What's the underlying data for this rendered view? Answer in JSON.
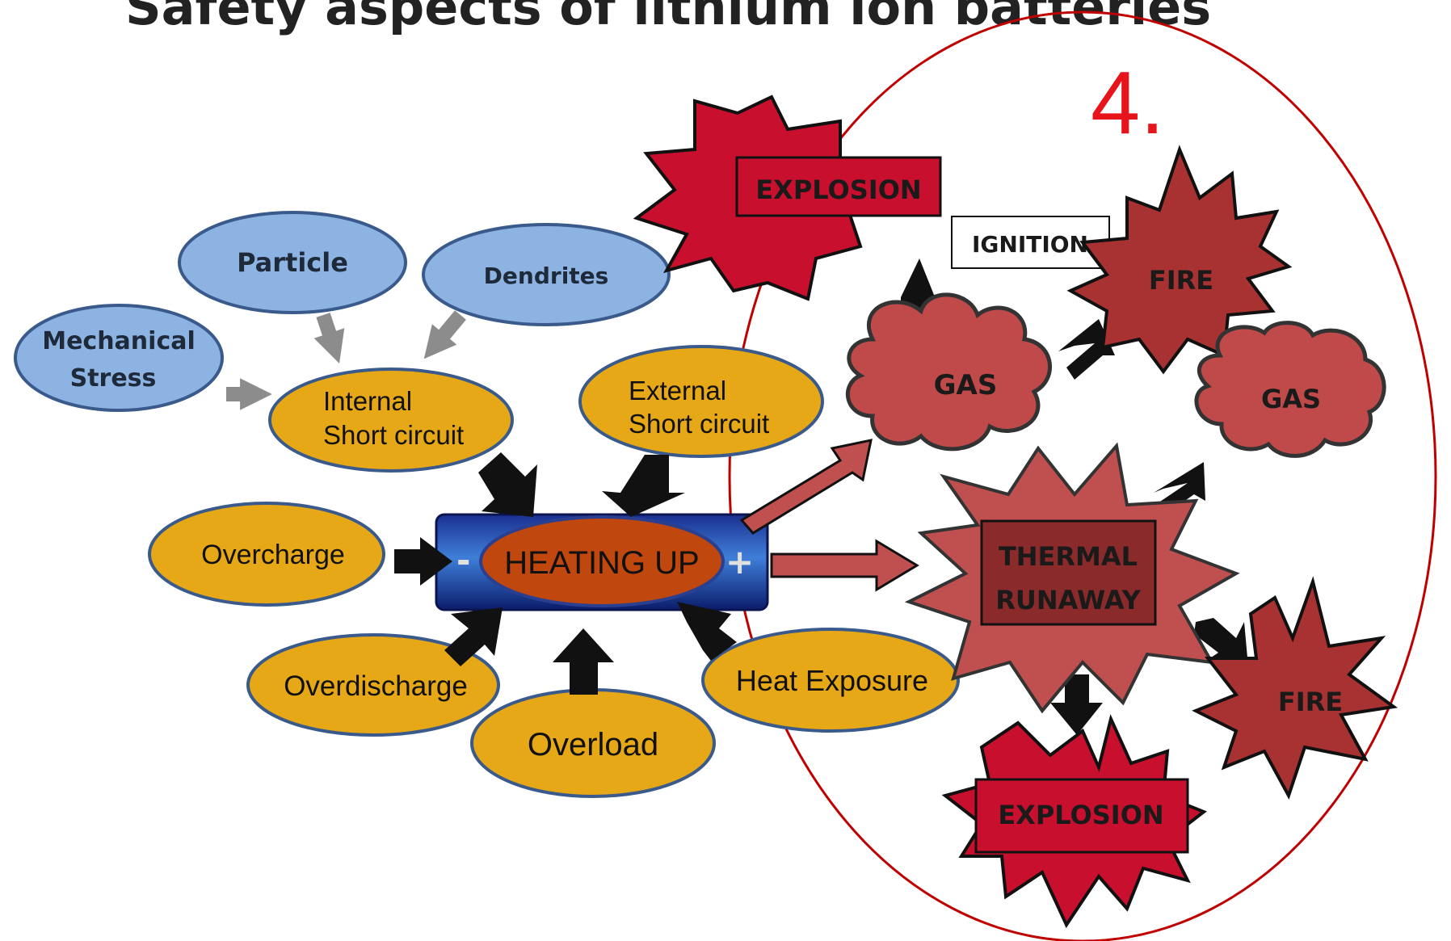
{
  "title": "Safety aspects of lithium ion batteries",
  "section_number": "4.",
  "colors": {
    "blue_fill": "#8db3e2",
    "blue_stroke": "#3a5a8c",
    "gold_fill": "#e6a817",
    "gold_stroke": "#3a5a8c",
    "battery_blue": "#1f3fa8",
    "heating_fill": "#c0470e",
    "red_burst": "#c8102e",
    "dark_red": "#a83232",
    "cloud_red": "#c04a4a",
    "circle_red": "#c00000",
    "arrow_gray": "#8c8c8c",
    "arrow_black": "#111111"
  },
  "causes_primary": {
    "particle": "Particle",
    "dendrites": "Dendrites",
    "mechanical_line1": "Mechanical",
    "mechanical_line2": "Stress"
  },
  "causes": {
    "internal_line1": "Internal",
    "internal_line2": "Short circuit",
    "external_line1": "External",
    "external_line2": "Short circuit",
    "overcharge": "Overcharge",
    "overdischarge": "Overdischarge",
    "overload": "Overload",
    "heat_exposure": "Heat Exposure"
  },
  "battery": {
    "center_label": "HEATING UP",
    "minus": "-",
    "plus": "+"
  },
  "consequences": {
    "explosion_top": "EXPLOSION",
    "ignition": "IGNITION",
    "fire_top": "FIRE",
    "gas_left": "GAS",
    "gas_right": "GAS",
    "thermal_line1": "THERMAL",
    "thermal_line2": "RUNAWAY",
    "fire_bottom": "FIRE",
    "explosion_bottom": "EXPLOSION"
  }
}
